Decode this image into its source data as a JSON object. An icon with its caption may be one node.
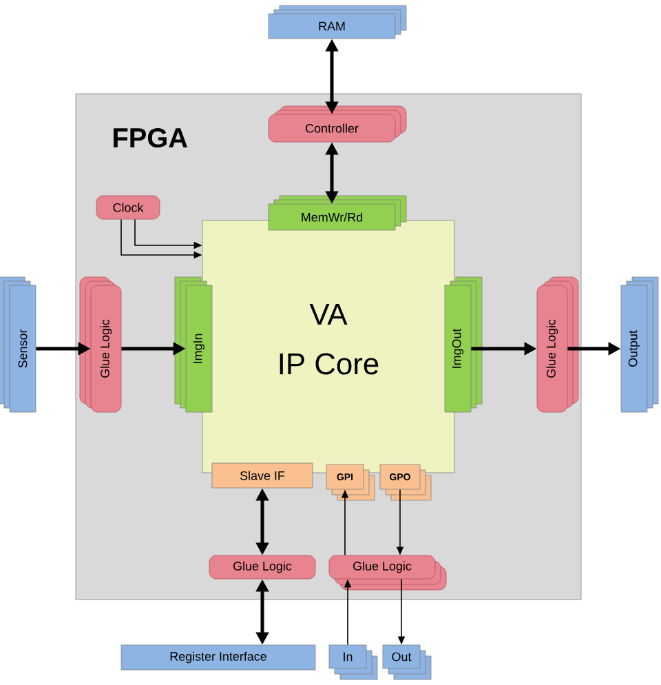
{
  "diagram": {
    "nodes": [
      {
        "text": [
          "FPGA"
        ]
      },
      {
        "text": [
          "RAM"
        ]
      },
      {
        "text": [
          "Controller"
        ],
        "in": 0
      },
      {
        "text": [
          "Clock"
        ],
        "in": 0
      },
      {
        "text": [
          "VA",
          "IP Core"
        ],
        "in": 0
      },
      {
        "text": [
          "MemWr/Rd"
        ],
        "in": 0
      },
      {
        "text": [
          "ImgIn"
        ],
        "in": 0
      },
      {
        "text": [
          "ImgOut"
        ],
        "in": 0
      },
      {
        "text": [
          "Glue Logic"
        ],
        "in": 0
      },
      {
        "text": [
          "Glue Logic"
        ],
        "in": 0
      },
      {
        "text": [
          "Sensor"
        ]
      },
      {
        "text": [
          "Output"
        ]
      },
      {
        "text": [
          "Slave IF"
        ],
        "in": 0
      },
      {
        "text": [
          "GPI"
        ],
        "in": 0
      },
      {
        "text": [
          "GPO"
        ],
        "in": 0
      },
      {
        "text": [
          "Glue Logic"
        ],
        "in": 0
      },
      {
        "text": [
          "Glue Logic"
        ],
        "in": 0
      },
      {
        "text": [
          "Register Interface"
        ]
      },
      {
        "text": [
          "In"
        ]
      },
      {
        "text": [
          "Out"
        ]
      }
    ],
    "edges": [
      {
        "from": 1,
        "to": 2,
        "arrow": "both"
      },
      {
        "from": 2,
        "to": 5,
        "arrow": "both"
      },
      {
        "from": 3,
        "to": 4,
        "arrow": "to"
      },
      {
        "from": 3,
        "to": 4,
        "arrow": "to"
      },
      {
        "from": 10,
        "to": 8,
        "arrow": "to"
      },
      {
        "from": 8,
        "to": 6,
        "arrow": "to"
      },
      {
        "from": 7,
        "to": 9,
        "arrow": "to"
      },
      {
        "from": 9,
        "to": 11,
        "arrow": "to"
      },
      {
        "from": 12,
        "to": 15,
        "arrow": "both"
      },
      {
        "from": 15,
        "to": 17,
        "arrow": "both"
      },
      {
        "from": 18,
        "to": 16,
        "arrow": "to"
      },
      {
        "from": 16,
        "to": 13,
        "arrow": "to"
      },
      {
        "from": 14,
        "to": 16,
        "arrow": "to"
      },
      {
        "from": 16,
        "to": 19,
        "arrow": "to"
      }
    ]
  }
}
